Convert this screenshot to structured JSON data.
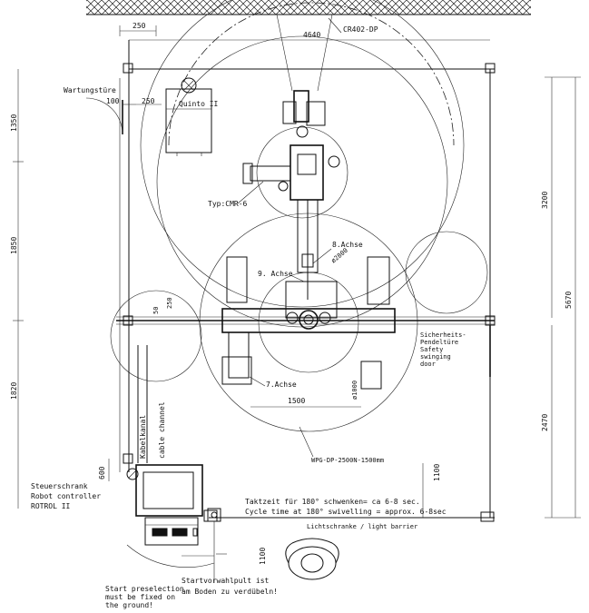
{
  "dimensions": {
    "d250_top": "250",
    "d4640": "4640",
    "d100": "100",
    "d250_mid": "250",
    "d1350": "1350",
    "d1850": "1850",
    "d1820": "1820",
    "d50": "50",
    "d250_small": "250",
    "d3200": "3200",
    "d5670": "5670",
    "d2470": "2470",
    "d1500": "1500",
    "d2800": "ø2800",
    "d1000": "ø1000",
    "d600": "600",
    "d1100_right": "1100",
    "d1100_bottom": "1100"
  },
  "labels": {
    "robot_model": "CR402-DP",
    "wartungstuer": "Wartungstüre",
    "quinto": "Quinto II",
    "typ_cmr": "Typ:CMR-6",
    "achse8": "8.Achse",
    "achse9": "9. Achse",
    "achse7": "7.Achse",
    "safety_de": "Sicherheits-",
    "safety_de2": "Pendeltüre",
    "safety_en": "Safety",
    "safety_en2": "swinging",
    "safety_en3": "door",
    "positioner": "WPG-DP-2500N-1500mm",
    "kabelkanal": "Kabelkanal",
    "cable_channel": "cable channel",
    "steuerschrank": "Steuerschrank",
    "robot_controller": "Robot controller",
    "rotrol": "ROTROL II",
    "taktzeit": "Taktzeit für 180° schwenken= ca 6-8 sec.",
    "cycle_time": "Cycle time at 180° swivelling = approx. 6-8sec",
    "light_barrier": "Lichtschranke / light barrier",
    "start_en1": "Start preselection",
    "start_en2": "must be fixed on",
    "start_en3": "the ground!",
    "start_de1": "Startvorwahlpult ist",
    "start_de2": "am Boden zu verdübeln!"
  }
}
